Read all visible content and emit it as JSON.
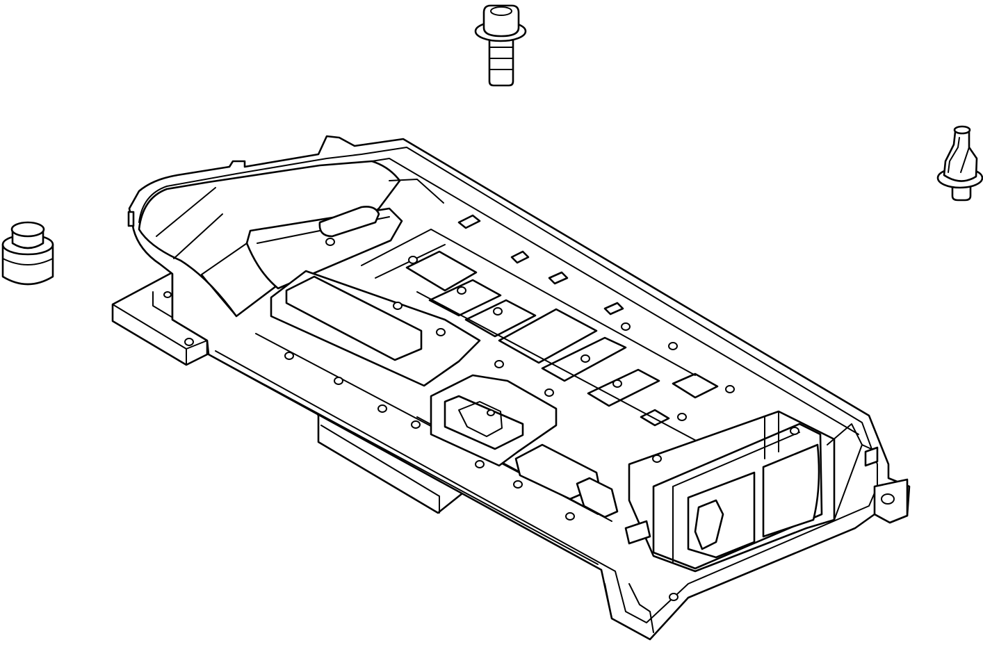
{
  "diagram": {
    "background": "#ffffff",
    "line_color": "#000000",
    "parts": [
      {
        "id": "flange-bolt",
        "icon": "bolt-icon"
      },
      {
        "id": "retainer-clip",
        "icon": "clip-icon"
      },
      {
        "id": "bumper-grommet",
        "icon": "grommet-icon"
      },
      {
        "id": "battery-tray-assembly",
        "icon": "tray-icon"
      }
    ]
  }
}
